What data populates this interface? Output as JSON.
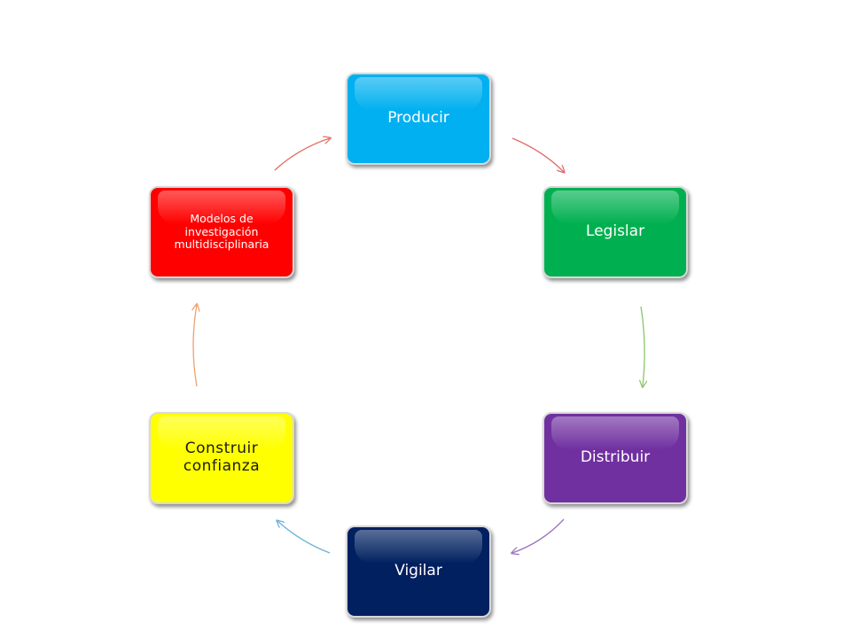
{
  "diagram": {
    "type": "cycle",
    "nodes": [
      {
        "id": "producir",
        "label": "Producir",
        "color": "#00b0f0"
      },
      {
        "id": "legislar",
        "label": "Legislar",
        "color": "#00b050"
      },
      {
        "id": "distribuir",
        "label": "Distribuir",
        "color": "#7030a0"
      },
      {
        "id": "vigilar",
        "label": "Vigilar",
        "color": "#002060"
      },
      {
        "id": "construir",
        "label": "Construir confianza",
        "color": "#ffff00"
      },
      {
        "id": "modelos",
        "label": "Modelos de investigación multidisciplinaria",
        "color": "#ff0000"
      }
    ],
    "edges": [
      {
        "from": "producir",
        "to": "legislar",
        "color": "#e06a6a"
      },
      {
        "from": "legislar",
        "to": "distribuir",
        "color": "#8cc46a"
      },
      {
        "from": "distribuir",
        "to": "vigilar",
        "color": "#9a74c0"
      },
      {
        "from": "vigilar",
        "to": "construir",
        "color": "#6cb0d8"
      },
      {
        "from": "construir",
        "to": "modelos",
        "color": "#f0a070"
      },
      {
        "from": "modelos",
        "to": "producir",
        "color": "#e07060"
      }
    ]
  }
}
